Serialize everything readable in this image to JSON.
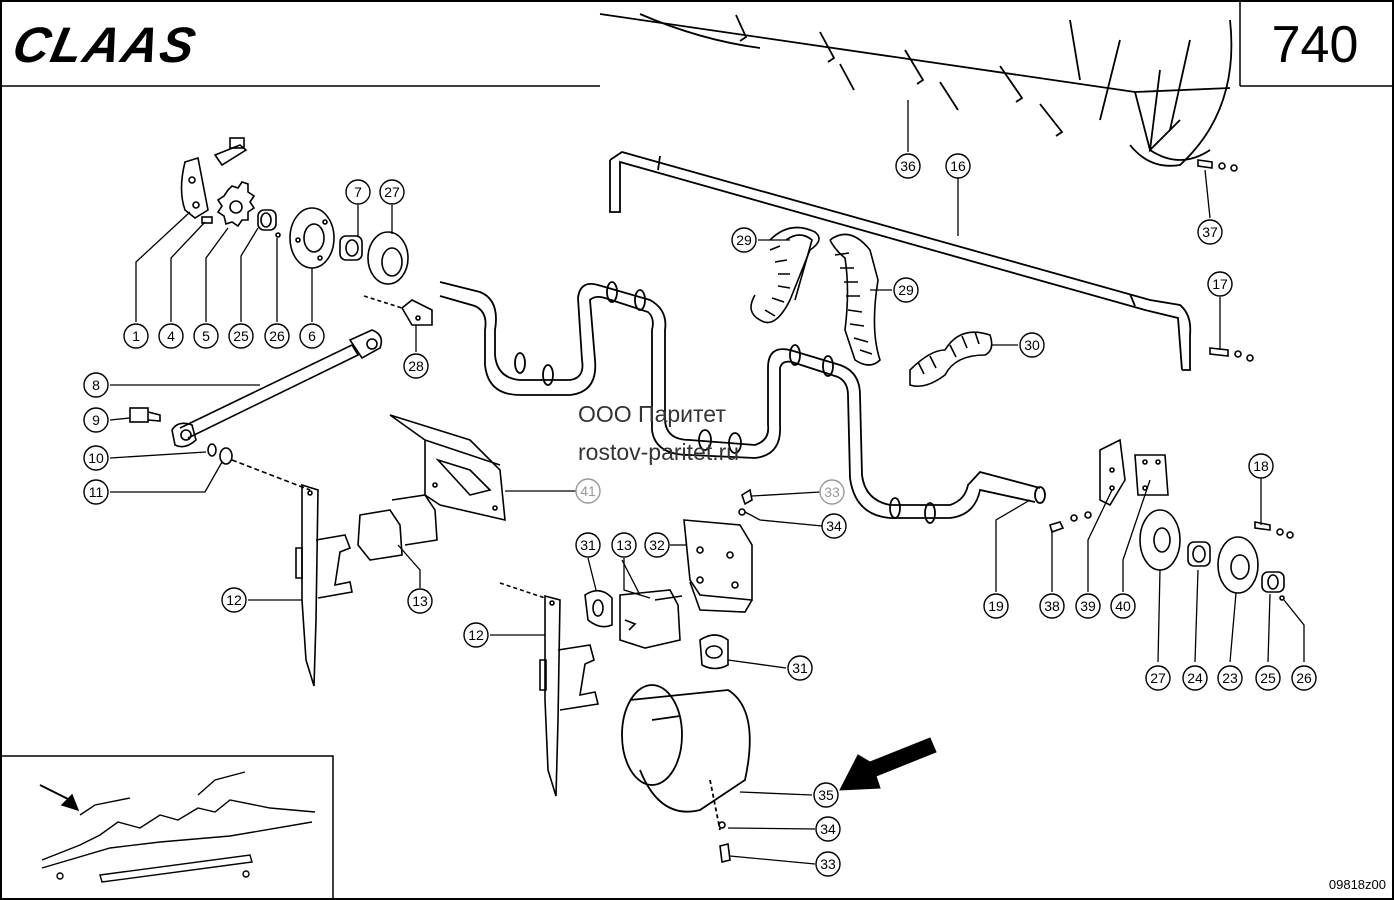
{
  "header": {
    "brand": "CLAAS",
    "page_number": "740"
  },
  "watermark": {
    "line1": "ООО Паритет",
    "line2": "rostov-paritet.ru"
  },
  "drawing_code": "09818z00",
  "callouts": [
    {
      "id": "c1",
      "label": "1"
    },
    {
      "id": "c4",
      "label": "4"
    },
    {
      "id": "c5",
      "label": "5"
    },
    {
      "id": "c25a",
      "label": "25"
    },
    {
      "id": "c26a",
      "label": "26"
    },
    {
      "id": "c6",
      "label": "6"
    },
    {
      "id": "c7",
      "label": "7"
    },
    {
      "id": "c27a",
      "label": "27"
    },
    {
      "id": "c28",
      "label": "28"
    },
    {
      "id": "c8",
      "label": "8"
    },
    {
      "id": "c9",
      "label": "9"
    },
    {
      "id": "c10",
      "label": "10"
    },
    {
      "id": "c11",
      "label": "11"
    },
    {
      "id": "c12a",
      "label": "12"
    },
    {
      "id": "c13a",
      "label": "13"
    },
    {
      "id": "c41",
      "label": "41"
    },
    {
      "id": "c33a",
      "label": "33"
    },
    {
      "id": "c34a",
      "label": "34"
    },
    {
      "id": "c31a",
      "label": "31"
    },
    {
      "id": "c13b",
      "label": "13"
    },
    {
      "id": "c32",
      "label": "32"
    },
    {
      "id": "c12b",
      "label": "12"
    },
    {
      "id": "c31b",
      "label": "31"
    },
    {
      "id": "c35",
      "label": "35"
    },
    {
      "id": "c34b",
      "label": "34"
    },
    {
      "id": "c33b",
      "label": "33"
    },
    {
      "id": "c36",
      "label": "36"
    },
    {
      "id": "c16",
      "label": "16"
    },
    {
      "id": "c29a",
      "label": "29"
    },
    {
      "id": "c29b",
      "label": "29"
    },
    {
      "id": "c30",
      "label": "30"
    },
    {
      "id": "c37",
      "label": "37"
    },
    {
      "id": "c17",
      "label": "17"
    },
    {
      "id": "c19",
      "label": "19"
    },
    {
      "id": "c18",
      "label": "18"
    },
    {
      "id": "c38",
      "label": "38"
    },
    {
      "id": "c39",
      "label": "39"
    },
    {
      "id": "c40",
      "label": "40"
    },
    {
      "id": "c27b",
      "label": "27"
    },
    {
      "id": "c24",
      "label": "24"
    },
    {
      "id": "c23",
      "label": "23"
    },
    {
      "id": "c25b",
      "label": "25"
    },
    {
      "id": "c26b",
      "label": "26"
    }
  ]
}
